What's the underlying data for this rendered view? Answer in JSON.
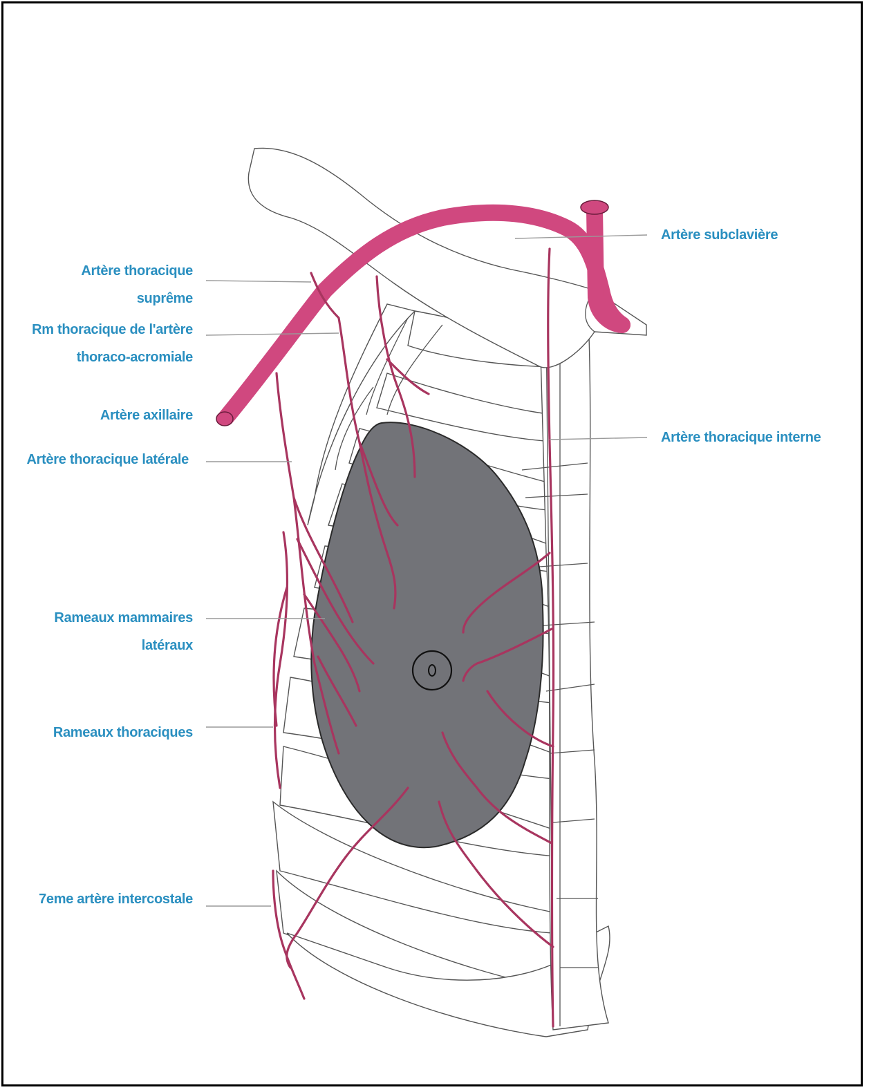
{
  "labels": {
    "arteria_thoracique_supreme": [
      "Artère thoracique",
      "suprême"
    ],
    "rm_thoracique": [
      "Rm thoracique de  l'artère",
      "thoraco-acromiale"
    ],
    "artere_axillaire": [
      "Artère axillaire"
    ],
    "artere_thoracique_laterale": [
      "Artère thoracique latérale"
    ],
    "rameaux_mammaires": [
      "Rameaux mammaires",
      "latéraux"
    ],
    "rameaux_thoraciques": [
      "Rameaux thoraciques"
    ],
    "septieme_intercostale": [
      "7eme artère intercostale"
    ],
    "artere_subclaviere": [
      "Artère subclavière"
    ],
    "artere_thoracique_interne": [
      "Artère thoracique interne"
    ]
  },
  "colors": {
    "label": "#2a8fc0",
    "artery": "#d0487f",
    "breast": "#727378",
    "frame": "#000000"
  }
}
